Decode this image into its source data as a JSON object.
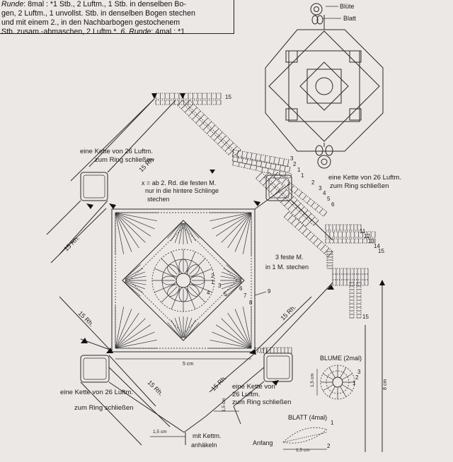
{
  "header": {
    "line1_prefix": "Runde",
    "line1_rest": ": 8mal : *1 Stb., 2 Luftm., 1 Stb. in denselben Bo-",
    "line2": "gen, 2 Luftm., 1 unvollst. Stb. in denselben Bogen stechen",
    "line3": "und mit einem 2., in den Nachbarbogen gestochenem",
    "line4_a": "Stb. zusam.-abmaschen, 2 Luftm.*.",
    "line4_b": "6. Runde",
    "line4_c": ": 4mal : *1"
  },
  "motif": {
    "bluete_label": "Blüte",
    "blatt_label": "Blatt"
  },
  "labels": {
    "chain_top_left_1": "eine Kette von 26 Luftm.",
    "chain_top_left_2": "zum Ring schließen",
    "chain_top_right_1": "eine Kette von 26 Luftm.",
    "chain_top_right_2": "zum Ring schließen",
    "chain_bottom_left_1": "eine Kette von 26 Luftm.",
    "chain_bottom_left_2": "zum Ring schließen",
    "chain_bottom_right_1": "eine Kette von",
    "chain_bottom_right_2": "26 Luftm.",
    "chain_bottom_right_3": "zum Ring schließen",
    "note_x_1": "x = ab 2. Rd. die festen M.",
    "note_x_2": "nur in die hintere Schlinge",
    "note_x_3": "stechen",
    "feste_1": "3 feste M.",
    "feste_2": "in 1 M. stechen",
    "mit_kettm_1": "mit Kettm.",
    "mit_kettm_2": "anhäkeln",
    "anfang": "Anfang",
    "blume_title": "BLUME (2mal)",
    "blatt_title": "BLATT (4mal)",
    "rh_top": "15 Rh.",
    "rh_left": "15 Rh.",
    "rh_lower_left": "15 Rh.",
    "rh_mid_right": "15 Rh.",
    "rh_bottom_center": "15 Rh.",
    "rh_bottom_right": "15 Rh.",
    "dim_5cm": "5 cm",
    "dim_15cm_a": "1,5 cm",
    "dim_15cm_b": "1,5 cm",
    "dim_15cm_c": "1,5 cm",
    "dim_15cm_d": "1,5 cm",
    "dim_8cm": "8 cm"
  },
  "row_numbers": {
    "top_chain": [
      "15"
    ],
    "top_right_rows": [
      "3",
      "2",
      "1"
    ],
    "right_strip_rows": [
      "1",
      "2",
      "3",
      "4",
      "5",
      "6"
    ],
    "lower_right_rows": [
      "11",
      "12",
      "13",
      "14",
      "15"
    ],
    "lower_right_end": "15",
    "center_rounds": [
      "1",
      "2",
      "3",
      "4",
      "5",
      "6",
      "7",
      "8",
      "9"
    ],
    "blume_rounds": [
      "3",
      "2",
      "1"
    ],
    "blatt_rows": [
      "1",
      "2"
    ]
  },
  "colors": {
    "paper": "#ece8e6",
    "ink": "#1a1a1a"
  }
}
